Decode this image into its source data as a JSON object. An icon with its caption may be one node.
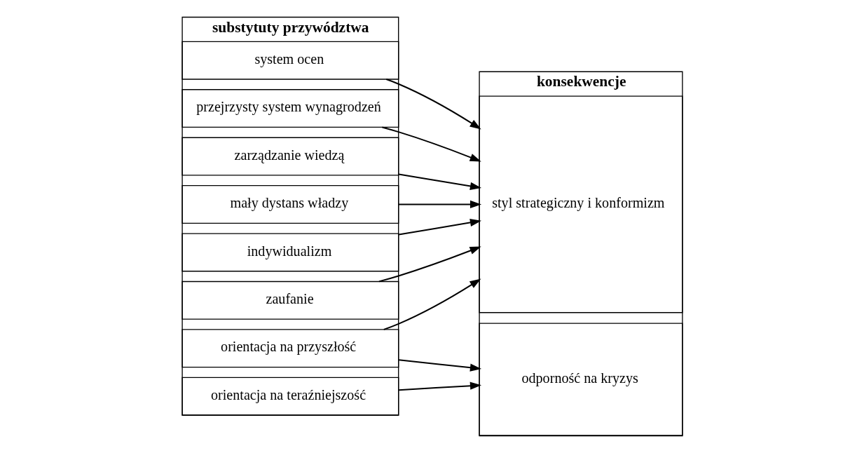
{
  "diagram": {
    "nodes": [
      {
        "text": [
          "substytuty przywództwa"
        ]
      },
      {
        "text": [
          "system ocen"
        ],
        "in": 0
      },
      {
        "text": [
          "przejrzysty system wynagrodzeń"
        ],
        "in": 0
      },
      {
        "text": [
          "zarządzanie wiedzą"
        ],
        "in": 0
      },
      {
        "text": [
          "mały dystans władzy"
        ],
        "in": 0
      },
      {
        "text": [
          "indywidualizm"
        ],
        "in": 0
      },
      {
        "text": [
          "zaufanie"
        ],
        "in": 0
      },
      {
        "text": [
          "orientacja na przyszłość"
        ],
        "in": 0
      },
      {
        "text": [
          "orientacja na teraźniejszość"
        ],
        "in": 0
      },
      {
        "text": [
          "konsekwencje"
        ]
      },
      {
        "text": [
          "styl strategiczny i konformizm"
        ],
        "in": 9
      },
      {
        "text": [
          "odporność na kryzys"
        ],
        "in": 9
      }
    ],
    "edges": [
      {
        "from": 1,
        "to": 10,
        "arrow": "to"
      },
      {
        "from": 2,
        "to": 10,
        "arrow": "to"
      },
      {
        "from": 3,
        "to": 10,
        "arrow": "to"
      },
      {
        "from": 4,
        "to": 10,
        "arrow": "to"
      },
      {
        "from": 5,
        "to": 10,
        "arrow": "to"
      },
      {
        "from": 6,
        "to": 10,
        "arrow": "to"
      },
      {
        "from": 7,
        "to": 10,
        "arrow": "to"
      },
      {
        "from": 7,
        "to": 11,
        "arrow": "to"
      },
      {
        "from": 8,
        "to": 11,
        "arrow": "to"
      }
    ]
  }
}
